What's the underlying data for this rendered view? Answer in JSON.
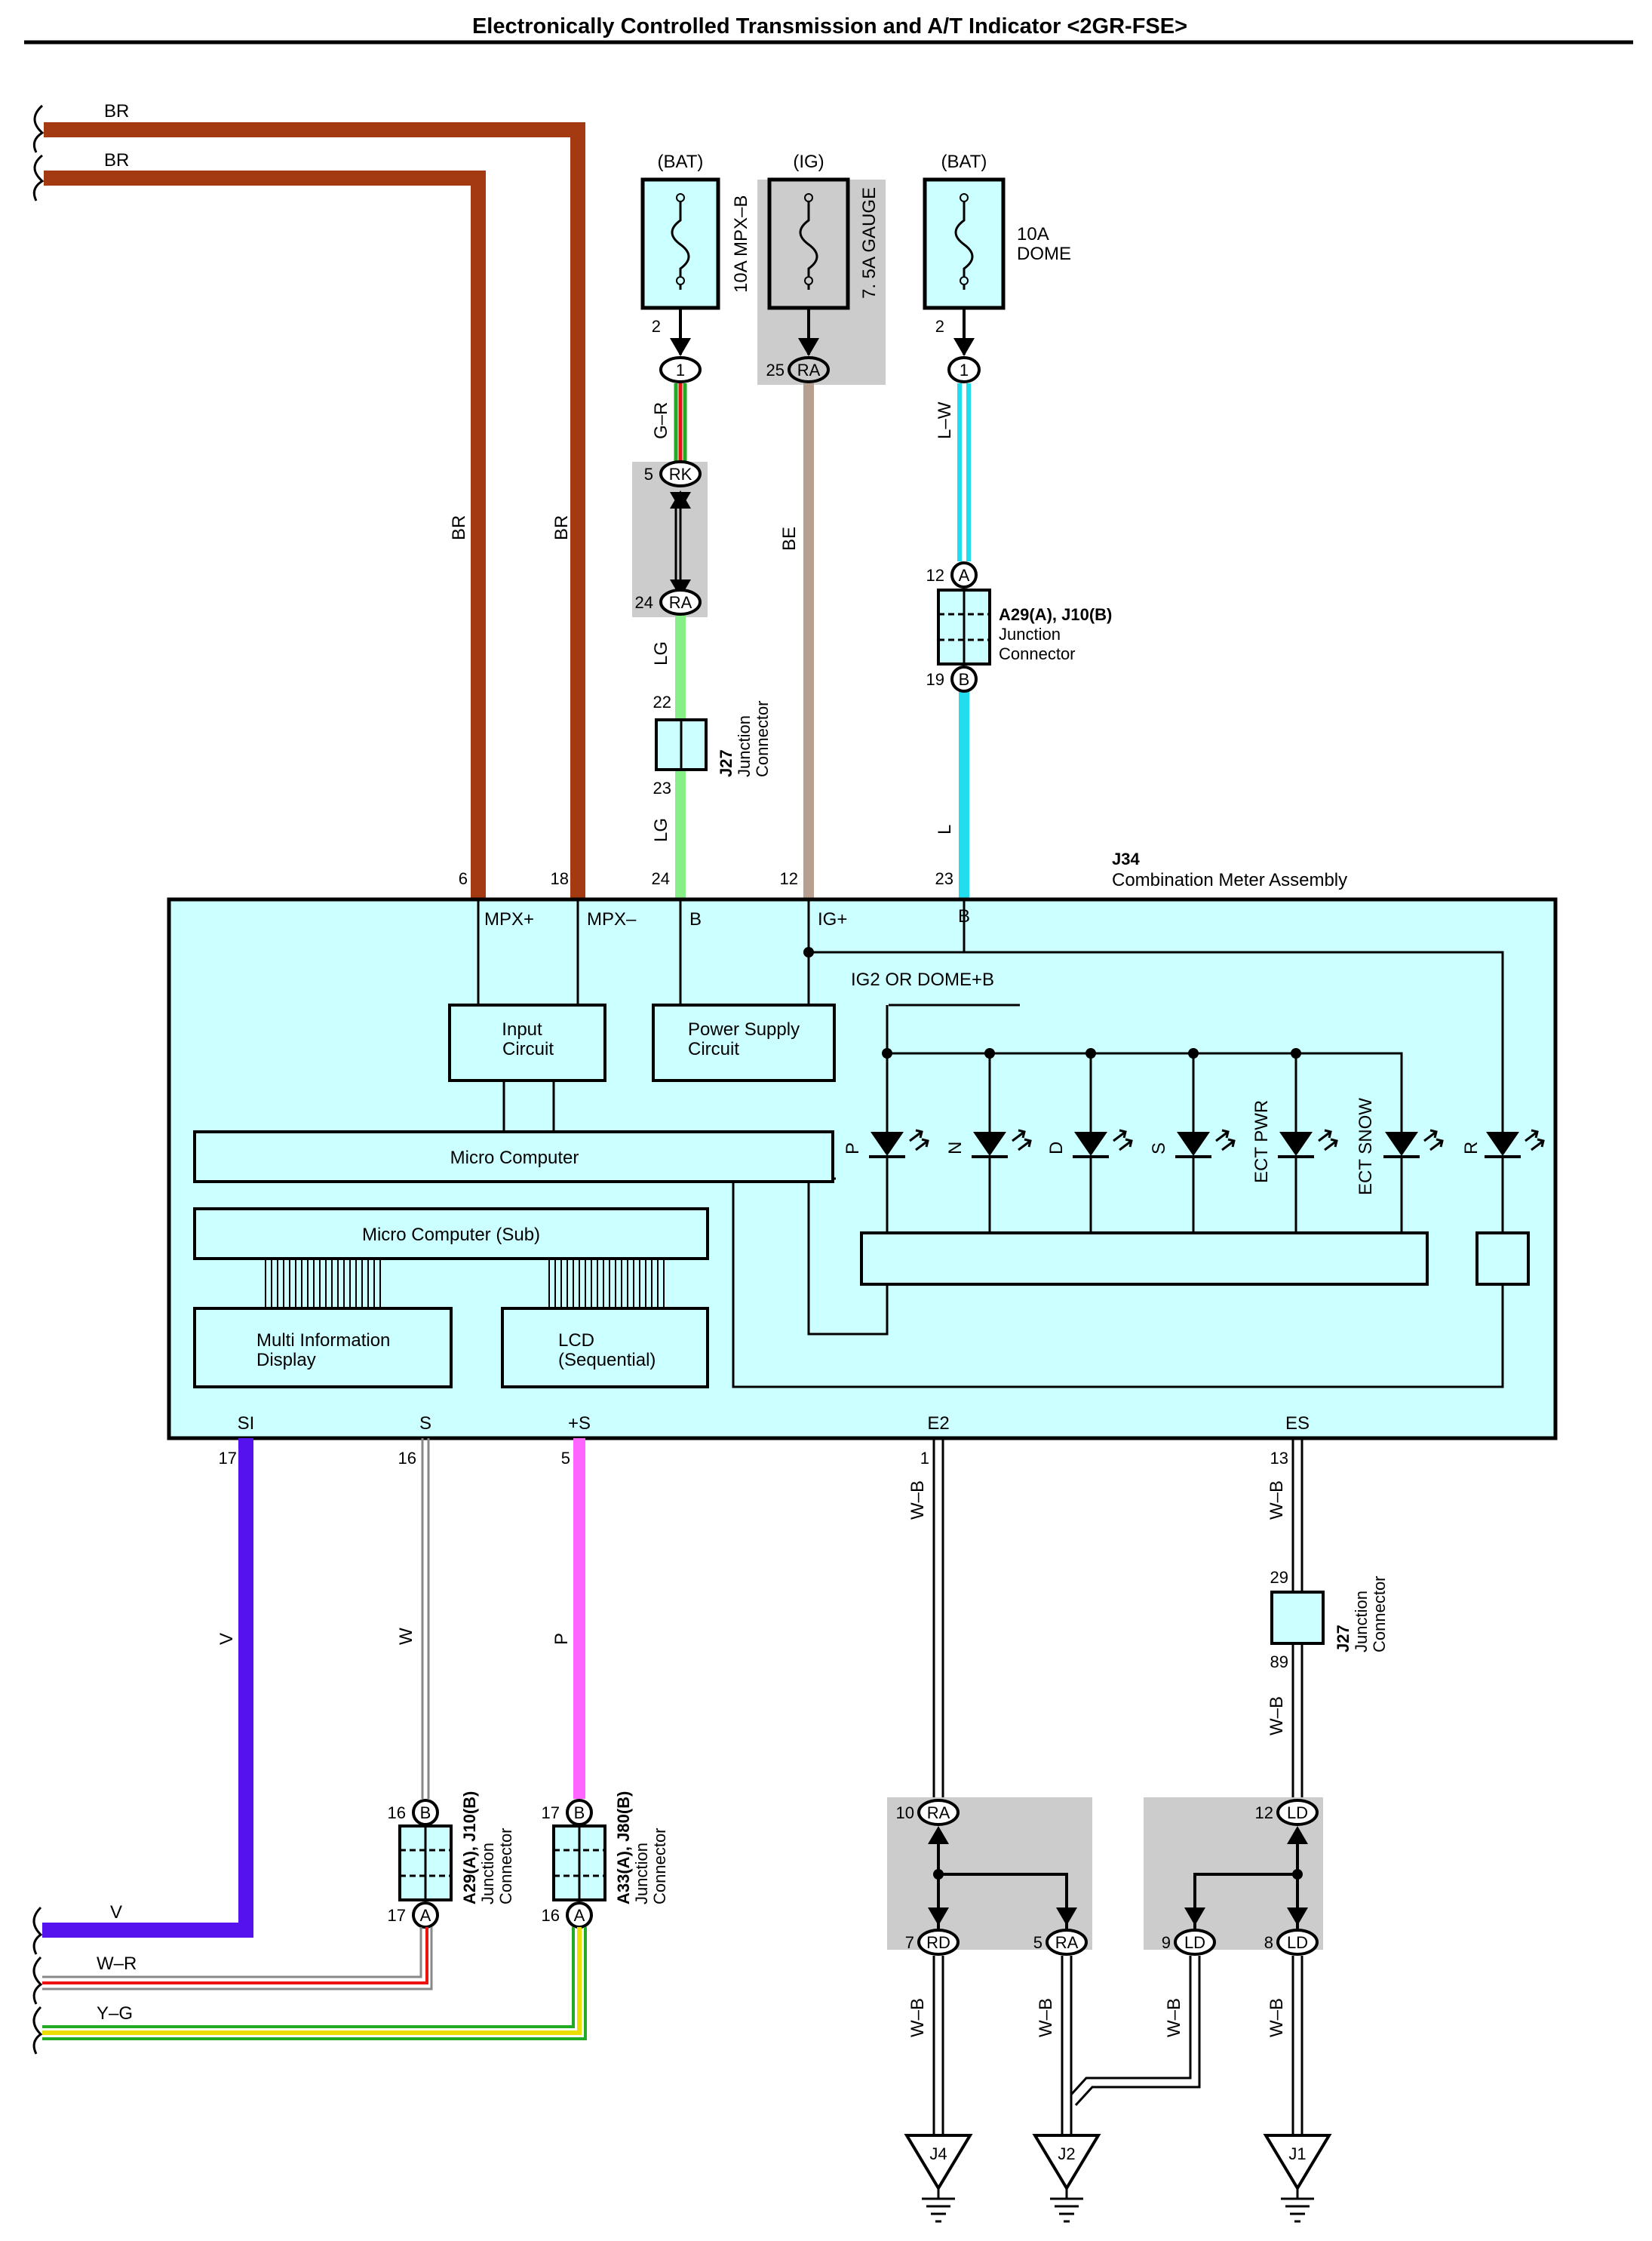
{
  "title": "Electronically Controlled Transmission and A/T Indicator <2GR-FSE>",
  "wires": {
    "br": "BR",
    "gr": "G–R",
    "lg": "LG",
    "be": "BE",
    "lw": "L–W",
    "l": "L",
    "v": "V",
    "w": "W",
    "p": "P",
    "wb": "W–B",
    "wr": "W–R",
    "yg": "Y–G"
  },
  "fuses": {
    "mpxb": {
      "source": "(BAT)",
      "name": "10A MPX–B"
    },
    "gauge": {
      "source": "(IG)",
      "name": "7. 5A GAUGE"
    },
    "dome": {
      "source": "(BAT)",
      "name_line1": "10A",
      "name_line2": "DOME"
    }
  },
  "connectors": {
    "c1": "1",
    "rk": "RK",
    "ra": "RA",
    "a": "A",
    "b": "B",
    "rd": "RD",
    "ld": "LD"
  },
  "pins": {
    "p2": "2",
    "p25": "25",
    "p5": "5",
    "p24": "24",
    "p22": "22",
    "p23": "23",
    "p12": "12",
    "p19": "19",
    "p6": "6",
    "p18": "18",
    "p17": "17",
    "p16": "16",
    "p1": "1",
    "p13": "13",
    "p29": "29",
    "p89": "89",
    "p10": "10",
    "p7": "7",
    "p9": "9",
    "p8": "8"
  },
  "junctions": {
    "a29_j10": "A29(A), J10(B)",
    "a33_j80": "A33(A), J80(B)",
    "j27": "J27",
    "line1": "Junction",
    "line2": "Connector"
  },
  "meter": {
    "code": "J34",
    "name": "Combination Meter Assembly",
    "terminals": {
      "mpx_plus": "MPX+",
      "mpx_minus": "MPX–",
      "b": "B",
      "ig_plus": "IG+",
      "si": "SI",
      "s": "S",
      "plus_s": "+S",
      "e2": "E2",
      "es": "ES"
    },
    "input_circuit": [
      "Input",
      "Circuit"
    ],
    "power_supply": [
      "Power Supply",
      "Circuit"
    ],
    "micro_computer": "Micro Computer",
    "micro_computer_sub": "Micro Computer (Sub)",
    "multi_info": [
      "Multi Information",
      "Display"
    ],
    "lcd": [
      "LCD",
      "(Sequential)"
    ],
    "ig2_label": "IG2 OR DOME+B",
    "indicators": [
      "P",
      "N",
      "D",
      "S",
      "ECT PWR",
      "ECT SNOW",
      "R"
    ]
  },
  "grounds": [
    "J4",
    "J2",
    "J1"
  ],
  "colors": {
    "br": "#a33a12",
    "lg": "#88ee88",
    "be": "#b8a090",
    "l": "#22ddee",
    "v": "#5511ee",
    "p": "#ff66ff",
    "box": "#ccffff",
    "shade": "#cccccc",
    "red": "#ee1111",
    "yellow": "#eedd00",
    "green": "#22aa22"
  }
}
